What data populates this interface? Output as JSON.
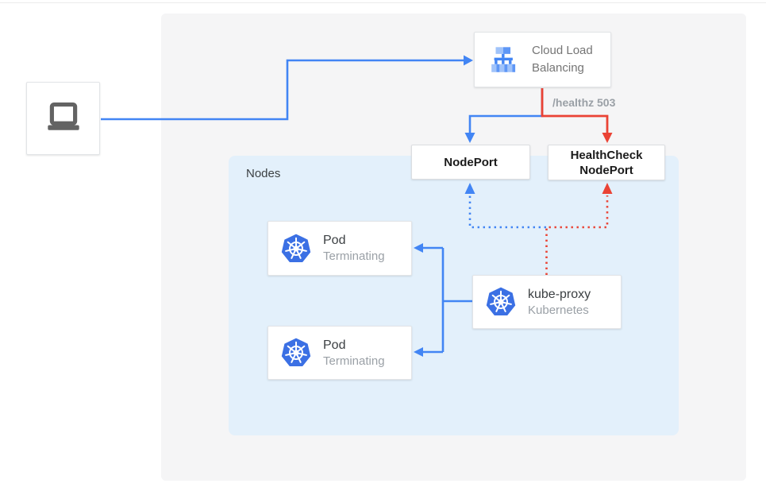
{
  "colors": {
    "blue": "#4285f4",
    "red": "#ea4335",
    "panel_bg": "#f5f5f6",
    "nodes_bg": "#e3f0fb",
    "kubernetes_blue": "#3b70e4",
    "laptop_gray": "#636363"
  },
  "nodes_panel": {
    "label": "Nodes"
  },
  "nodes": {
    "client": {
      "icon": "laptop-icon"
    },
    "cloud_load_balancing": {
      "label": "Cloud Load Balancing",
      "icon": "load-balancer-icon"
    },
    "nodeport": {
      "label": "NodePort"
    },
    "healthcheck_nodeport": {
      "label": "HealthCheck NodePort"
    },
    "pod_1": {
      "title": "Pod",
      "subtitle": "Terminating",
      "icon": "kubernetes-icon"
    },
    "pod_2": {
      "title": "Pod",
      "subtitle": "Terminating",
      "icon": "kubernetes-icon"
    },
    "kube_proxy": {
      "title": "kube-proxy",
      "subtitle": "Kubernetes",
      "icon": "kubernetes-icon"
    }
  },
  "edges": [
    {
      "from": "client",
      "to": "cloud_load_balancing",
      "style": "solid",
      "color": "blue"
    },
    {
      "from": "cloud_load_balancing",
      "to": "nodeport",
      "style": "solid",
      "color": "blue"
    },
    {
      "from": "cloud_load_balancing",
      "to": "healthcheck_nodeport",
      "style": "solid",
      "color": "red",
      "label": "/healthz 503"
    },
    {
      "from": "kube_proxy",
      "to": "nodeport",
      "style": "dotted",
      "color": "blue"
    },
    {
      "from": "kube_proxy",
      "to": "healthcheck_nodeport",
      "style": "dotted",
      "color": "red"
    },
    {
      "from": "kube_proxy",
      "to": "pod_1",
      "style": "solid",
      "color": "blue"
    },
    {
      "from": "kube_proxy",
      "to": "pod_2",
      "style": "solid",
      "color": "blue"
    }
  ]
}
